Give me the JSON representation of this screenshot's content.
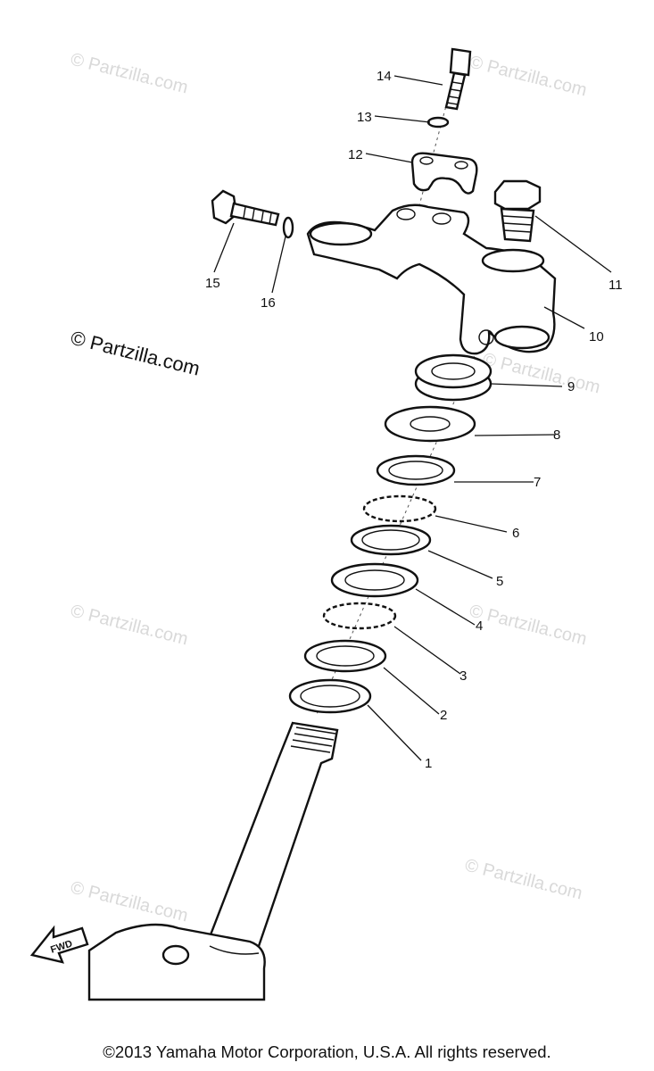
{
  "watermarks": {
    "brand": "© Partzilla.com"
  },
  "callouts": {
    "c1": "1",
    "c2": "2",
    "c3": "3",
    "c4": "4",
    "c5": "5",
    "c6": "6",
    "c7": "7",
    "c8": "8",
    "c9": "9",
    "c10": "10",
    "c11": "11",
    "c12": "12",
    "c13": "13",
    "c14": "14",
    "c15": "15",
    "c16": "16"
  },
  "fwd_marker": "FWD",
  "copyright": "©2013 Yamaha Motor Corporation, U.S.A. All rights reserved."
}
